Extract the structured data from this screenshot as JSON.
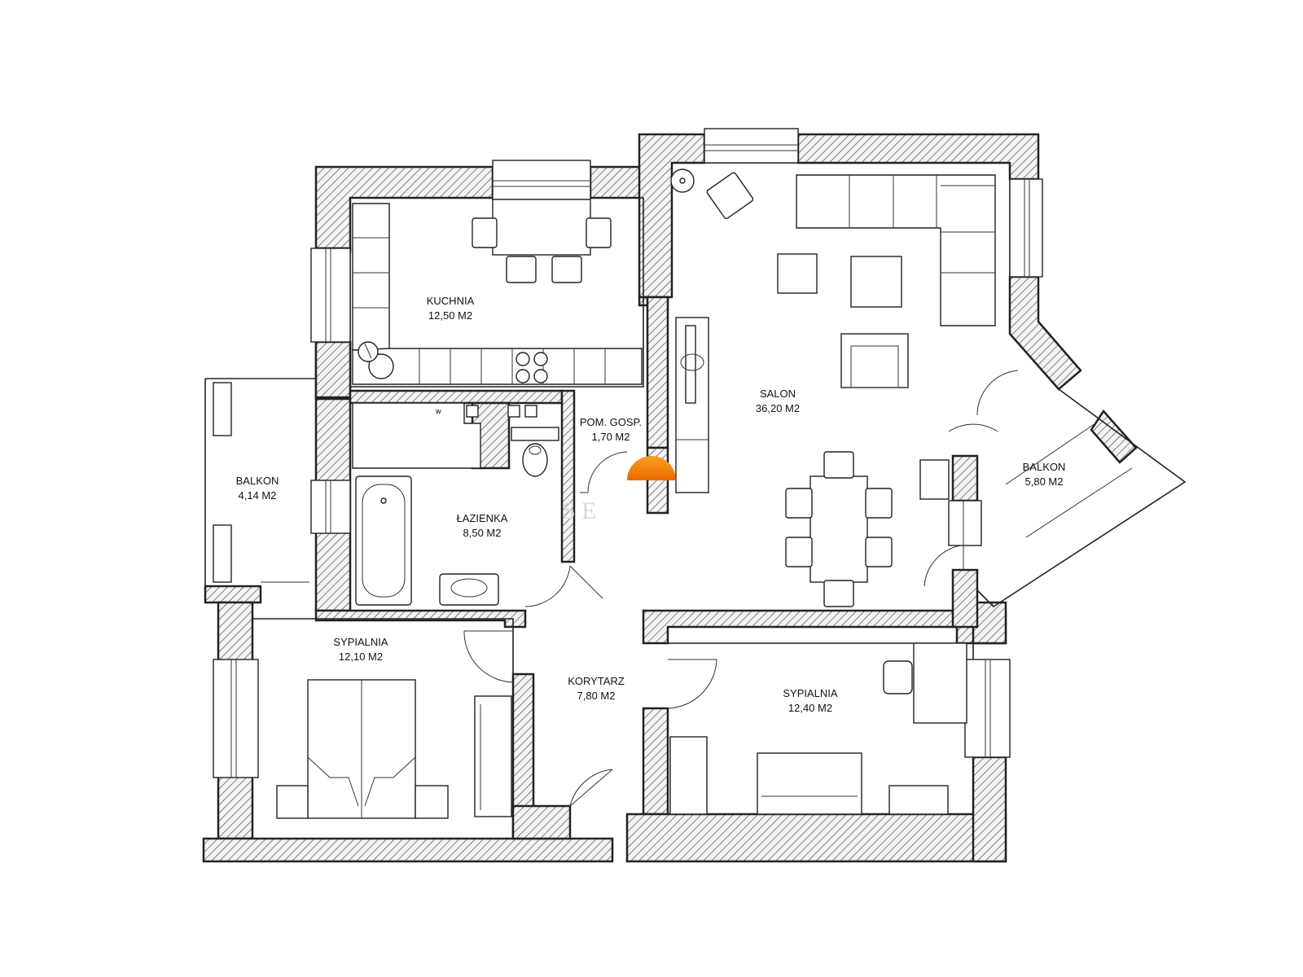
{
  "plan": {
    "rooms": [
      {
        "id": "kuchnia",
        "name": "KUCHNIA",
        "area": "12,50 M2"
      },
      {
        "id": "salon",
        "name": "SALON",
        "area": "36,20 M2"
      },
      {
        "id": "pom-gosp",
        "name": "POM. GOSP.",
        "area": "1,70 M2"
      },
      {
        "id": "balkon-left",
        "name": "BALKON",
        "area": "4,14 M2"
      },
      {
        "id": "lazienka",
        "name": "ŁAZIENKA",
        "area": "8,50 M2"
      },
      {
        "id": "balkon-right",
        "name": "BALKON",
        "area": "5,80 M2"
      },
      {
        "id": "sypialnia-left",
        "name": "SYPIALNIA",
        "area": "12,10 M2"
      },
      {
        "id": "korytarz",
        "name": "KORYTARZ",
        "area": "7,80 M2"
      },
      {
        "id": "sypialnia-right",
        "name": "SYPIALNIA",
        "area": "12,40 M2"
      }
    ],
    "watermark": "S  E",
    "colors": {
      "wall_hatch": "#444444",
      "marker": "#f07800",
      "marker_light": "#ffa020"
    }
  }
}
